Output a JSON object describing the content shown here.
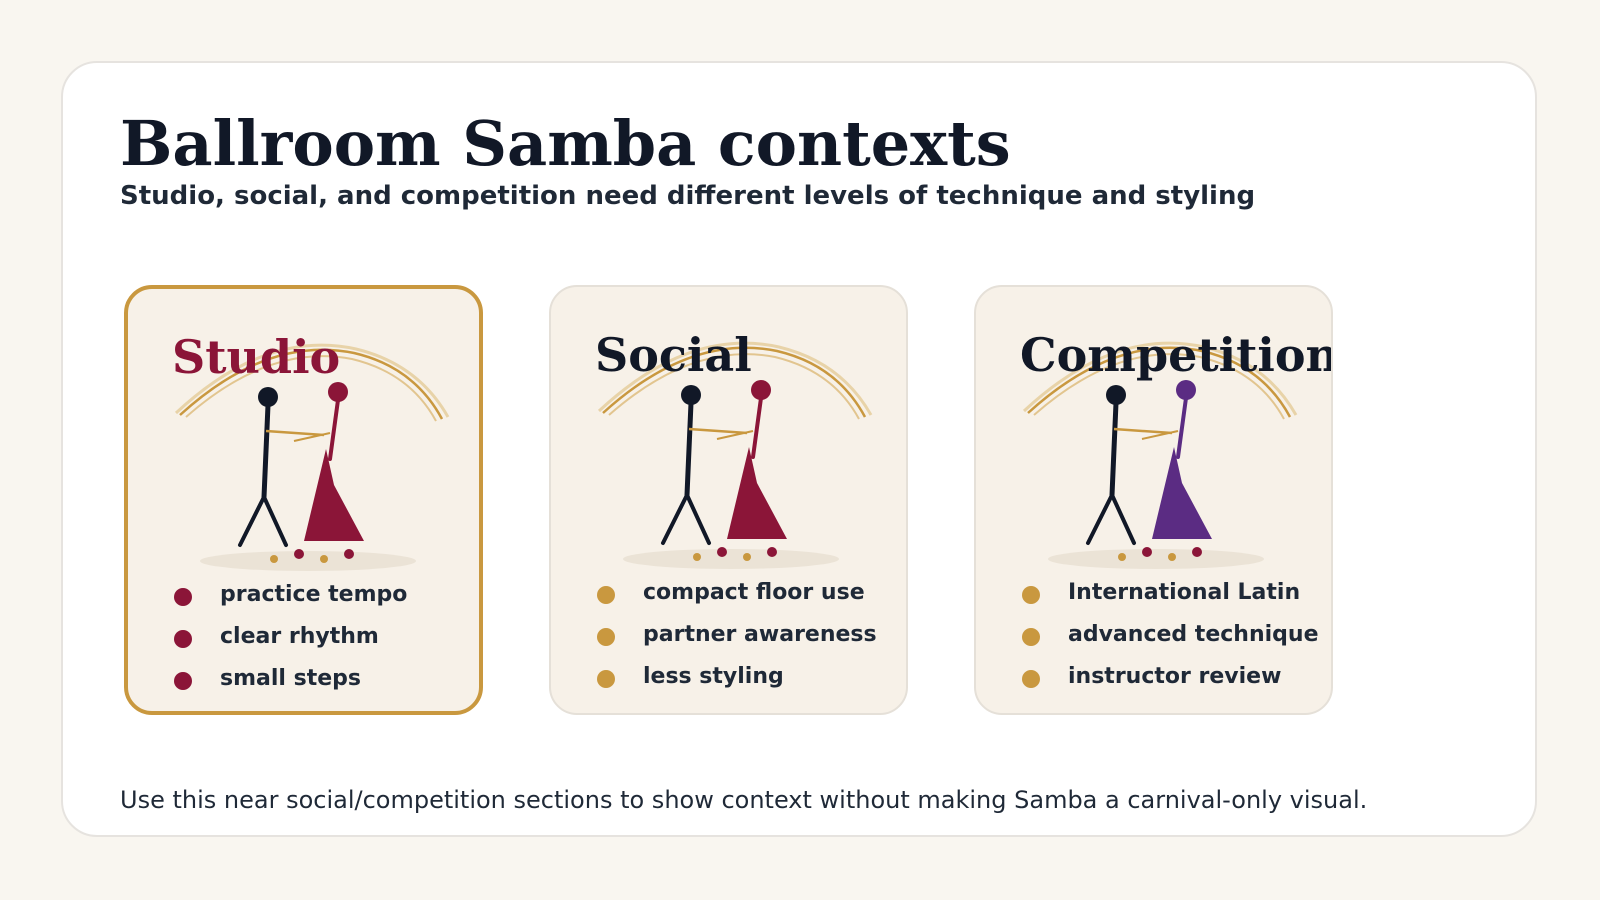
{
  "title": "Ballroom Samba contexts",
  "subtitle": "Studio, social, and competition need different levels of technique and styling",
  "cards": [
    {
      "title": "Studio",
      "title_color": "#8b1538",
      "bullet_color": "#8b1538",
      "partner_color": "#8b1538",
      "highlighted": true,
      "bullets": [
        "practice tempo",
        "clear rhythm",
        "small steps"
      ]
    },
    {
      "title": "Social",
      "title_color": "#111827",
      "bullet_color": "#c9983f",
      "partner_color": "#8b1538",
      "highlighted": false,
      "bullets": [
        "compact floor use",
        "partner awareness",
        "less styling"
      ]
    },
    {
      "title": "Competition",
      "title_color": "#111827",
      "bullet_color": "#c9983f",
      "partner_color": "#5b2c83",
      "highlighted": false,
      "bullets": [
        "International Latin",
        "advanced technique",
        "instructor review"
      ]
    }
  ],
  "footer": "Use this near social/competition sections to show context without making Samba a carnival-only visual.",
  "colors": {
    "gold": "#c9983f",
    "lead": "#111827",
    "card_bg": "#f7f1e8"
  }
}
